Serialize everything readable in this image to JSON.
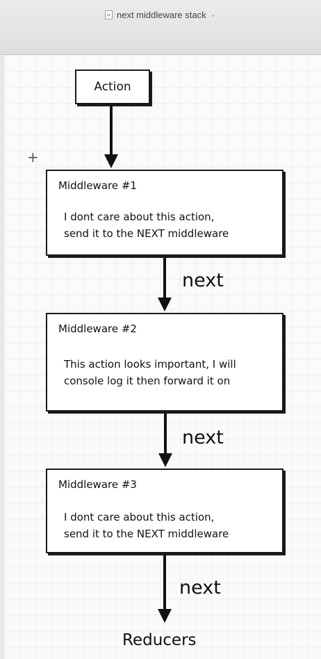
{
  "window": {
    "title": "next middleware stack"
  },
  "diagram": {
    "action_label": "Action",
    "middlewares": [
      {
        "title": "Middleware #1",
        "body": "I dont care about this action,\nsend it to the NEXT middleware"
      },
      {
        "title": "Middleware #2",
        "body": "This action looks important, I will\nconsole log it then forward it on"
      },
      {
        "title": "Middleware #3",
        "body": "I dont care about this action,\nsend it to the NEXT middleware"
      }
    ],
    "edge_labels": [
      "next",
      "next",
      "next"
    ],
    "reducers_label": "Reducers"
  }
}
